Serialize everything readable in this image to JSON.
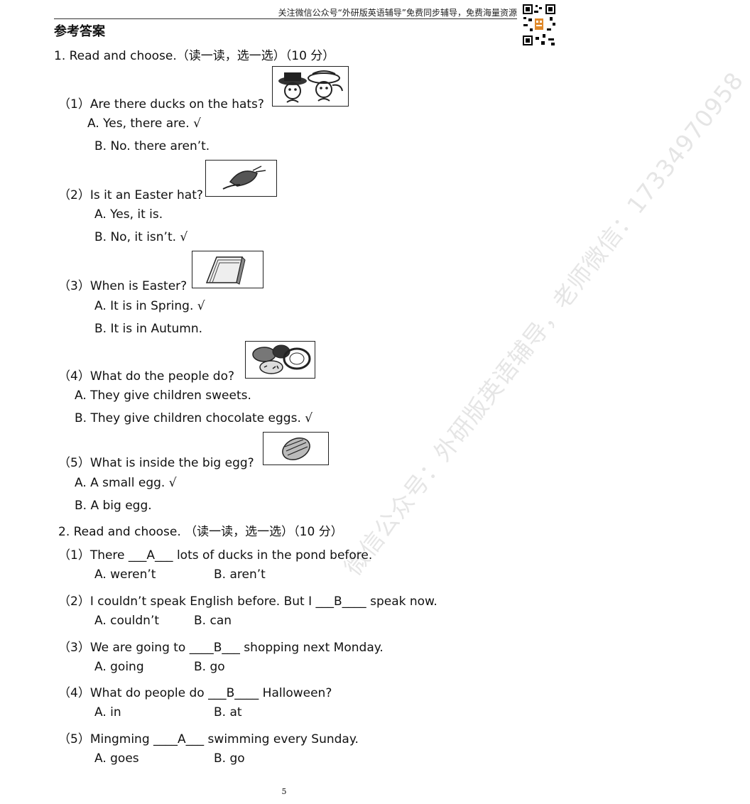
{
  "header": {
    "text": "关注微信公众号“外研版英语辅导”免费同步辅导，免费海量资源"
  },
  "title": "参考答案",
  "section1": {
    "heading": "1. Read and choose.（读一读，选一选）（10 分）",
    "q1": {
      "text": "（1）Are there ducks on the hats?",
      "a": "A. Yes, there are. √",
      "b": "B. No. there aren’t."
    },
    "q2": {
      "text": "（2）Is it an Easter hat?",
      "a": "A. Yes, it is.",
      "b": "B. No, it isn’t. √"
    },
    "q3": {
      "text": "（3）When is Easter?",
      "a": "A. It is in Spring. √",
      "b": "B. It is in Autumn."
    },
    "q4": {
      "text": "（4）What do the people do?",
      "a": "A. They give children sweets.",
      "b": "B. They give children chocolate eggs. √"
    },
    "q5": {
      "text": "（5）What is inside the big egg?",
      "a": "A. A small egg. √",
      "b": "B. A big egg."
    }
  },
  "section2": {
    "heading": "2. Read and choose. （读一读，选一选）（10 分）",
    "q1": {
      "text": "（1）There ___A___ lots of ducks in the pond before.",
      "a": "A. weren’t",
      "b": "B. aren’t"
    },
    "q2": {
      "text": "（2）I couldn’t speak English before. But I ___B____ speak now.",
      "a": "A. couldn’t",
      "b": "B. can"
    },
    "q3": {
      "text": "（3）We are going to ____B___ shopping next Monday.",
      "a": "A. going",
      "b": "B. go"
    },
    "q4": {
      "text": "（4）What do people do ___B____ Halloween?",
      "a": "A. in",
      "b": "B. at"
    },
    "q5": {
      "text": "（5）Mingming ____A___ swimming every Sunday.",
      "a": "A. goes",
      "b": "B. go"
    }
  },
  "watermark": "微信公众号：外研版英语辅导，老师微信：17334970958",
  "page_number": "5",
  "colors": {
    "text": "#111111",
    "rule": "#333333"
  }
}
